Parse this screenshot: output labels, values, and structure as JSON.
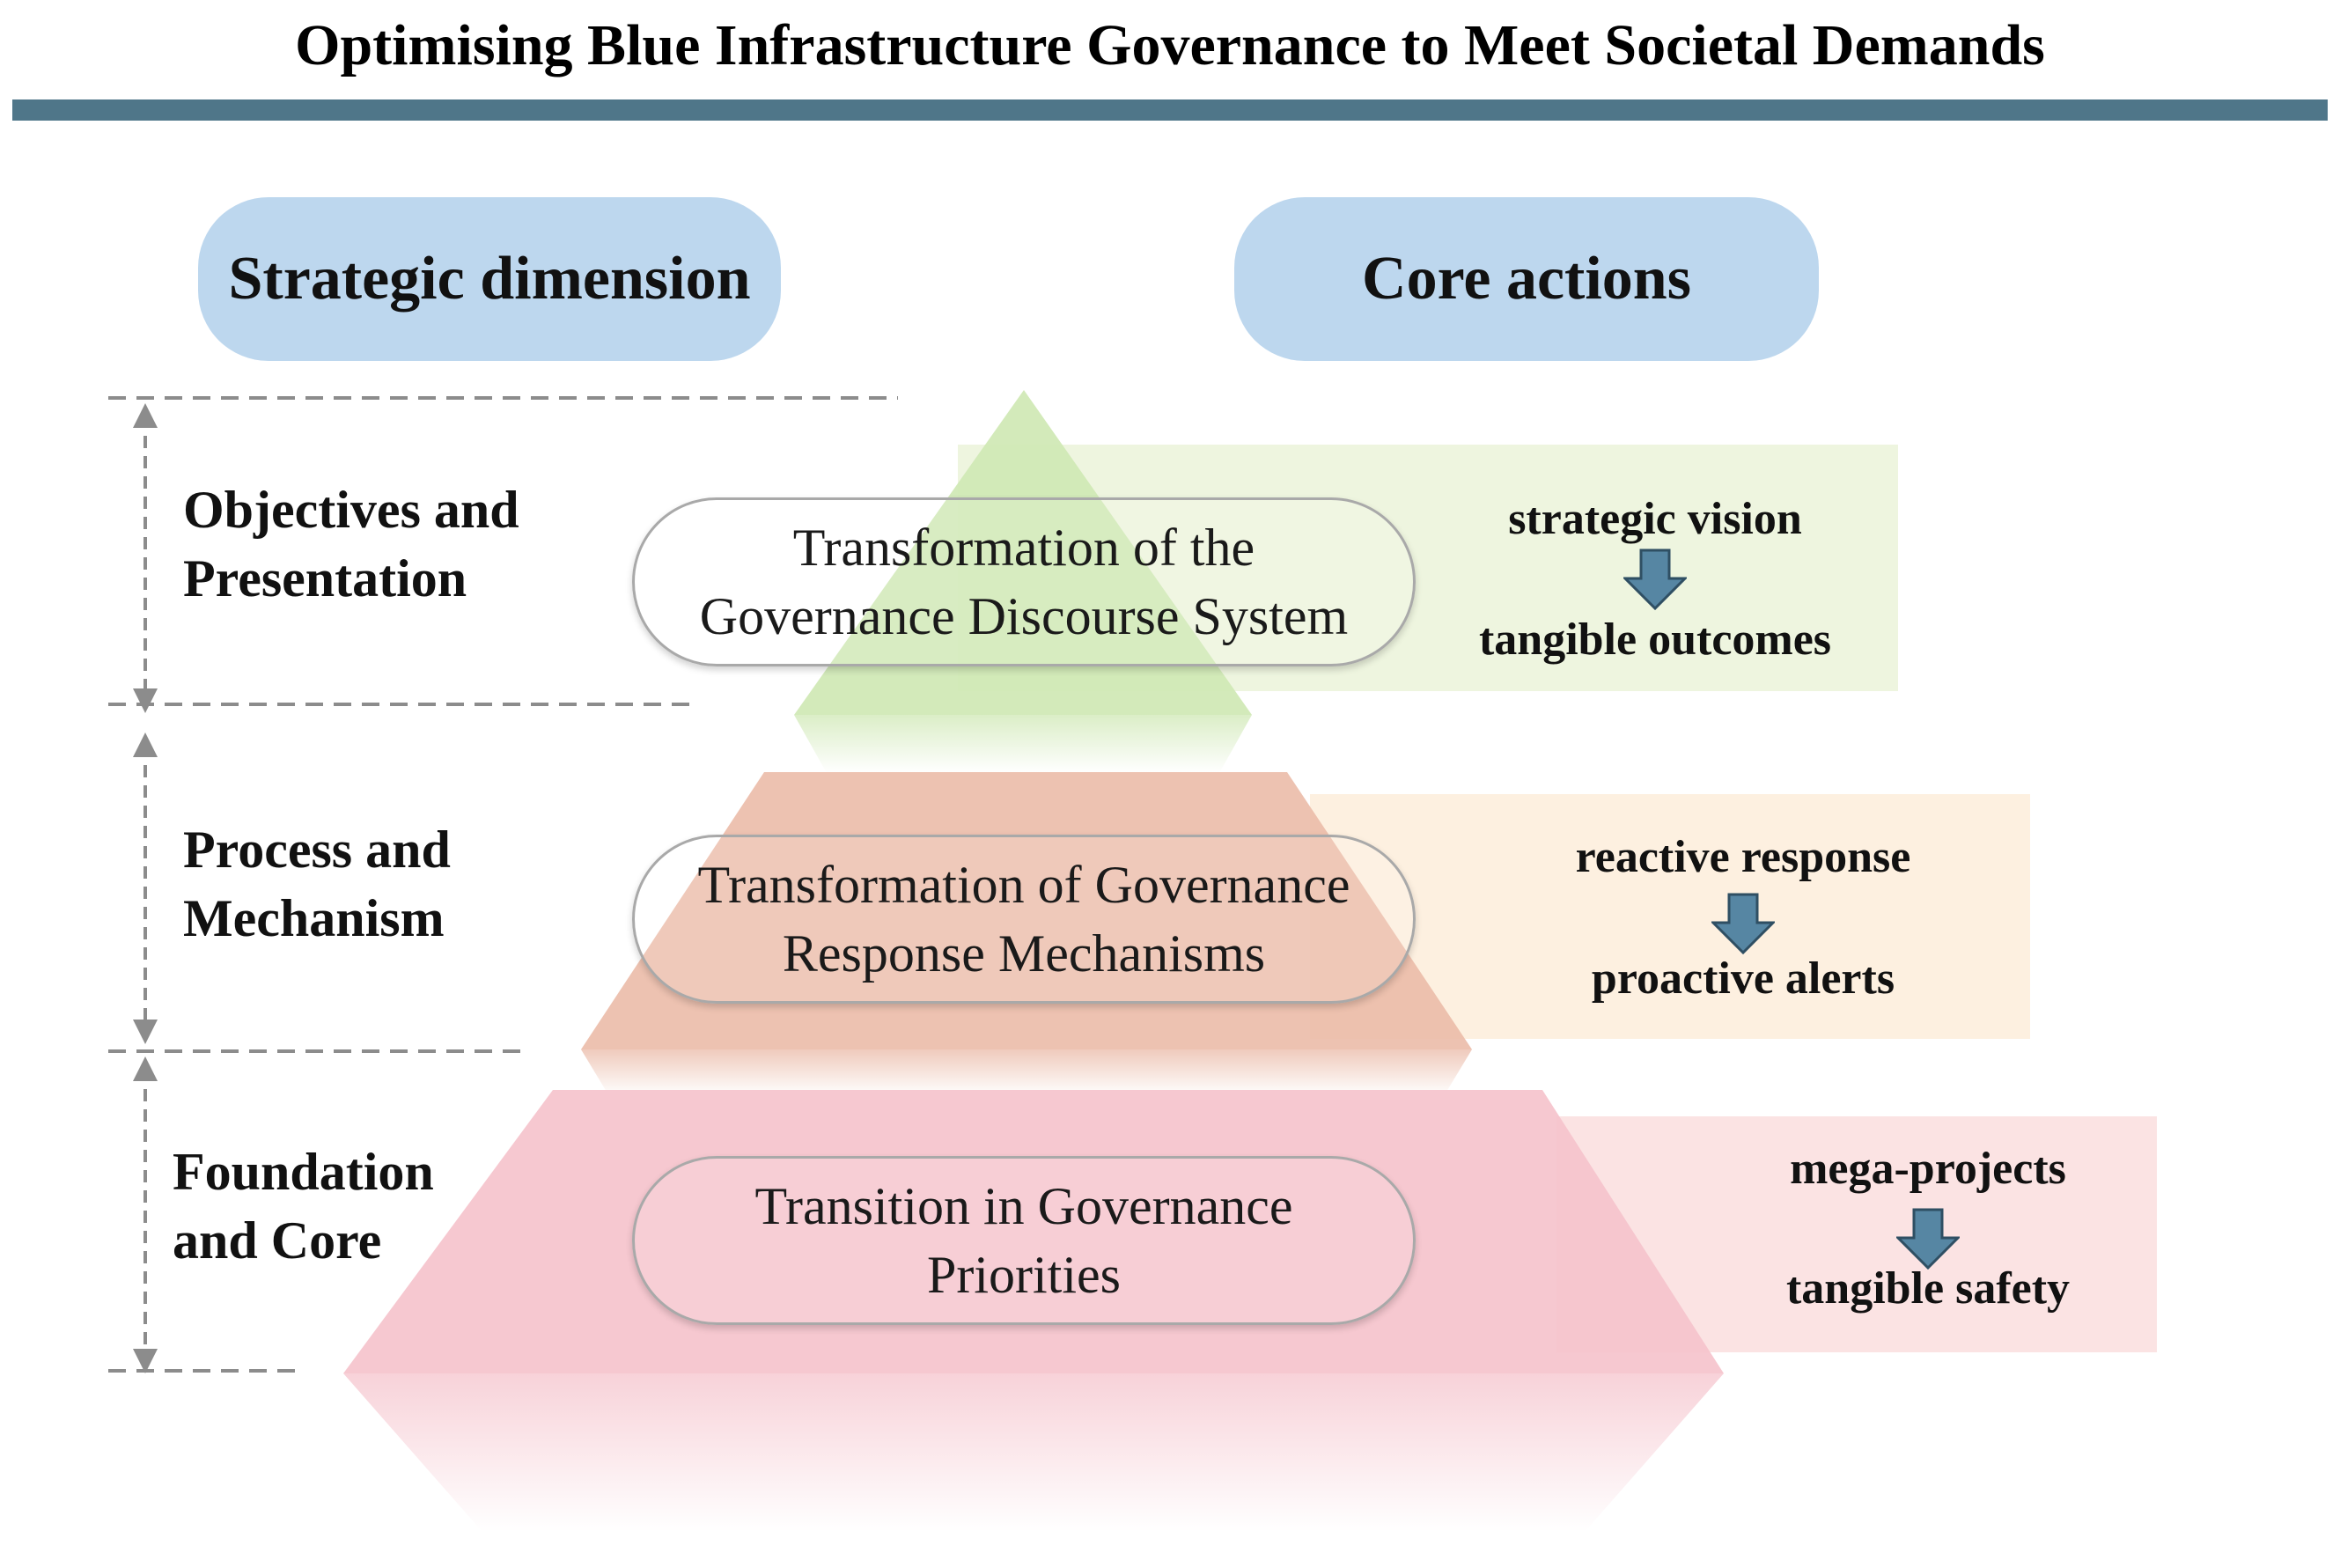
{
  "title": "Optimising Blue Infrastructure Governance to Meet Societal Demands",
  "headers": {
    "left": "Strategic dimension",
    "right": "Core actions"
  },
  "levels": [
    {
      "dimension_lines": [
        "Objectives and",
        "Presentation"
      ],
      "center_lines": [
        "Transformation of the",
        "Governance Discourse System"
      ],
      "action_from": "strategic vision",
      "action_to": "tangible outcomes",
      "fill_color": "#cfe8b4",
      "box_color": "#eef5df"
    },
    {
      "dimension_lines": [
        "Process and",
        "Mechanism"
      ],
      "center_lines": [
        "Transformation of Governance",
        "Response Mechanisms"
      ],
      "action_from": "reactive response",
      "action_to": "proactive alerts",
      "fill_color": "#eab9a6",
      "box_color": "#fdf0e0"
    },
    {
      "dimension_lines": [
        "Foundation",
        "and Core"
      ],
      "center_lines": [
        "Transition in Governance",
        "Priorities"
      ],
      "action_from": "mega-projects",
      "action_to": "tangible safety",
      "fill_color": "#f5c3cc",
      "box_color": "#fbe3e3"
    }
  ],
  "colors": {
    "title_rule": "#4f7689",
    "header_pill": "#bdd7ee",
    "arrow_fill": "#5686a3",
    "arrow_stroke": "#2f4f63",
    "guide_line": "#8c8c8c"
  }
}
